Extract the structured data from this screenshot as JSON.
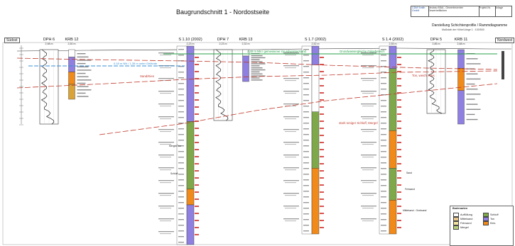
{
  "title": "Baugrundschnitt 1  -  Nordostseite",
  "header_right": {
    "title": "Darstellung Schichtenprofile / Rammdiagramme",
    "subtitle": "Maßstab der Höhe/Länge 1 : 100/500"
  },
  "title_block": {
    "company": "CDM Smith GmbH",
    "project": "Neubau MAA - Gewerbecenter Gewerbeflächen",
    "field1": "Projekt-Nr.",
    "field2": "Anlage"
  },
  "side_labels": {
    "left": "Südost",
    "right": "Nordwest"
  },
  "profiles": [
    {
      "id": "dph6",
      "name": "DPH 6",
      "depth": "2,98 m",
      "kind": "dph"
    },
    {
      "id": "krb12",
      "name": "KRB 12",
      "depth": "2,50 m",
      "kind": "krb"
    },
    {
      "id": "s110",
      "name": "S 1.10 (2002)",
      "depth": "2,23 m",
      "kind": "s"
    },
    {
      "id": "dph7",
      "name": "DPH 7",
      "depth": "2,23 m",
      "kind": "dph"
    },
    {
      "id": "krb13",
      "name": "KRB 13",
      "depth": "2,32 m",
      "kind": "krb"
    },
    {
      "id": "s17",
      "name": "S 1.7 (2002)",
      "depth": "2,52 m",
      "kind": "s"
    },
    {
      "id": "s14",
      "name": "S 1.4 (2002)",
      "depth": "2,55 m",
      "kind": "s"
    },
    {
      "id": "dph5",
      "name": "DPH 5",
      "depth": "2,85 m",
      "kind": "dph"
    },
    {
      "id": "krb11",
      "name": "KRB 11",
      "depth": "2,68 m",
      "kind": "krb"
    }
  ],
  "annotations": {
    "groundwater_green": "2,40 m NN / gemessener Grundwasserstand",
    "groundwater_green_right": "Grundwassergleiche Folgebereich",
    "water_blue": "0,18 m NN / 1,35 m unter Gelände",
    "sand_label": "Sand/Kies",
    "red_label_mid": "stark toniger Schluff, Mergel",
    "red_label_right": "Ton, weich, Kies",
    "mergel_label": "Mergel/Ton",
    "schluff_label": "Schluff",
    "sand_label2": "Sand",
    "feinsand_label": "Feinsand",
    "mittelsand_label": "Mittelsand - Grobsand"
  },
  "legend": {
    "title": "Bodenarten",
    "items": [
      {
        "label": "Auffüllung",
        "color": "#ffffff"
      },
      {
        "label": "Schluff",
        "color": "#7fa84a"
      },
      {
        "label": "Mittelsand",
        "color": "#e8c78a"
      },
      {
        "label": "Ton",
        "color": "#8f7fe0"
      },
      {
        "label": "Feinsand",
        "color": "#f3e3a0"
      },
      {
        "label": "Kies",
        "color": "#f08a1a"
      },
      {
        "label": "Mergel",
        "color": "#b9cf7a"
      }
    ]
  },
  "colors": {
    "clay": "#8f7fe0",
    "silt": "#7fa84a",
    "sand": "#f08a1a",
    "redline": "#c0392b",
    "greenline": "#27a04a",
    "blueline": "#3b8fd6"
  }
}
